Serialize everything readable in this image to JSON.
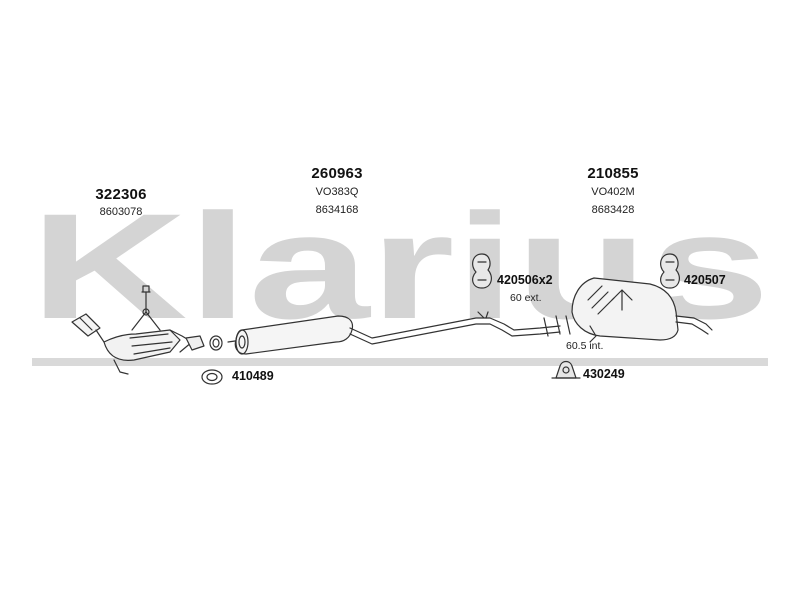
{
  "watermark": {
    "text": "Klarius",
    "color": "#d4d4d4"
  },
  "parts": [
    {
      "number": "322306",
      "references": [
        "8603078"
      ]
    },
    {
      "number": "260963",
      "references": [
        "VO383Q",
        "8634168"
      ]
    },
    {
      "number": "210855",
      "references": [
        "VO402M",
        "8683428"
      ]
    }
  ],
  "accessories": [
    {
      "number": "420506x2",
      "note": "60 ext."
    },
    {
      "number": "420507"
    },
    {
      "number": "410489"
    },
    {
      "number": "430249",
      "note": "60.5 int."
    }
  ],
  "colors": {
    "line": "#333333",
    "text": "#111111",
    "watermark": "#d4d4d4"
  }
}
